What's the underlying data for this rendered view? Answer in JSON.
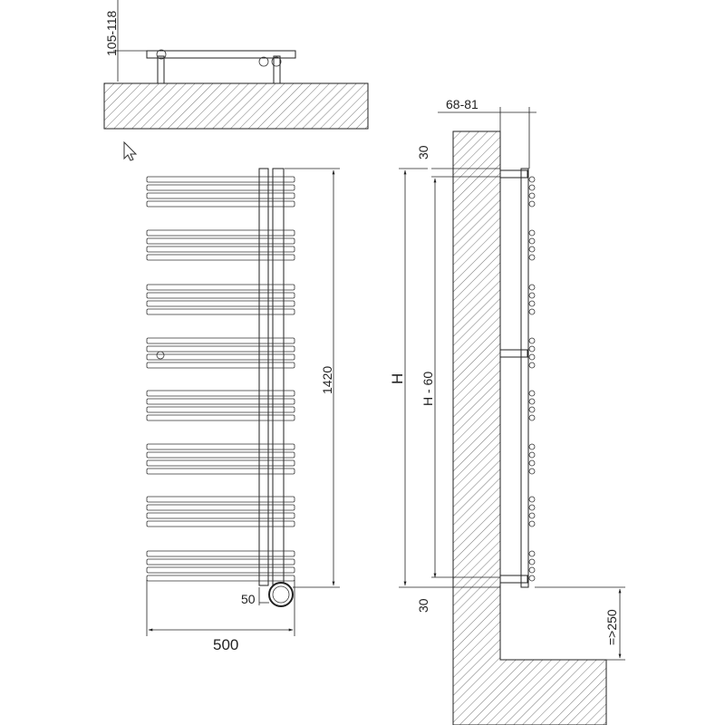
{
  "dimensions": {
    "mount_depth": "105-118",
    "total_height": "1420",
    "width": "500",
    "pipe_offset": "50",
    "bracket_depth": "68-81",
    "top_clearance": "30",
    "bottom_clearance": "30",
    "height_var": "H",
    "inner_height": "H - 60",
    "floor_clearance": "=>250"
  },
  "colors": {
    "line": "#222222",
    "hatch": "#555555",
    "background": "#ffffff"
  },
  "icons": {
    "cursor": "cursor-arrow-icon"
  }
}
